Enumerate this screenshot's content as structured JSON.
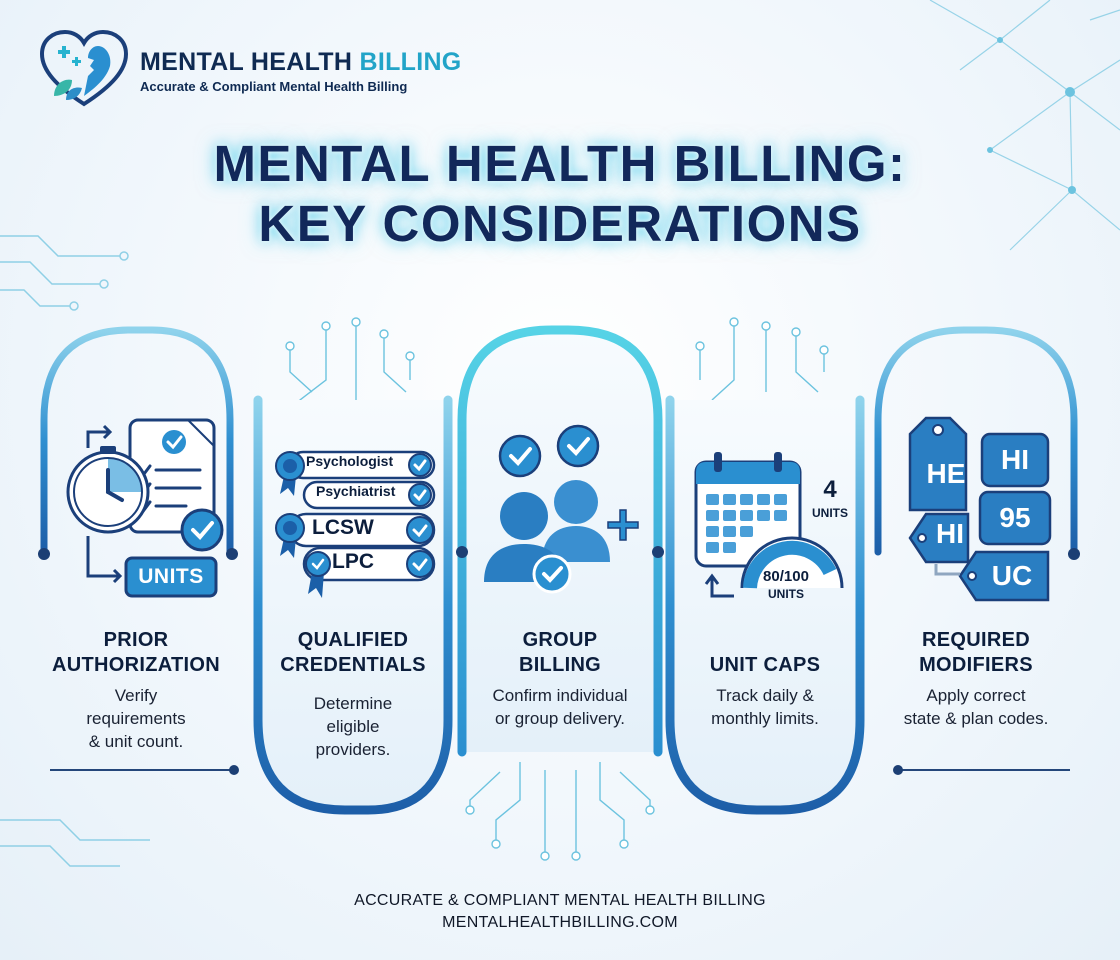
{
  "header": {
    "brand_prefix": "MENTAL HEALTH ",
    "brand_highlight": "BILLING",
    "tagline": "Accurate & Compliant Mental Health Billing"
  },
  "title": {
    "line1": "MENTAL HEALTH BILLING:",
    "line2": "KEY CONSIDERATIONS"
  },
  "cards": [
    {
      "title": "PRIOR\nAUTHORIZATION",
      "desc": "Verify\nrequirements\n& unit count.",
      "icon": "clock-document-icon",
      "badge": "UNITS"
    },
    {
      "title": "QUALIFIED\nCREDENTIALS",
      "desc": "Determine\neligible\nproviders.",
      "icon": "credentials-icon",
      "credentials": [
        "Psychologist",
        "Psychiatrist",
        "LCSW",
        "LPC"
      ]
    },
    {
      "title": "GROUP\nBILLING",
      "desc": "Confirm individual\nor group delivery.",
      "icon": "group-users-icon"
    },
    {
      "title": "UNIT CAPS",
      "desc": "Track daily &\nmonthly limits.",
      "icon": "calendar-gauge-icon",
      "daily_units": "4",
      "daily_units_label": "UNITS",
      "gauge_value": "80/100",
      "gauge_label": "UNITS"
    },
    {
      "title": "REQUIRED\nMODIFIERS",
      "desc": "Apply correct\nstate & plan codes.",
      "icon": "modifier-tags-icon",
      "modifiers": [
        "HE",
        "HI",
        "HI",
        "95",
        "UC"
      ]
    }
  ],
  "footer": {
    "line1": "ACCURATE & COMPLIANT MENTAL HEALTH BILLING",
    "line2": "MENTALHEALTHBILLING.COM"
  },
  "colors": {
    "navy": "#12285a",
    "blue": "#2e7fc4",
    "teal": "#27b3cf",
    "dark_blue": "#1c5fa8"
  }
}
